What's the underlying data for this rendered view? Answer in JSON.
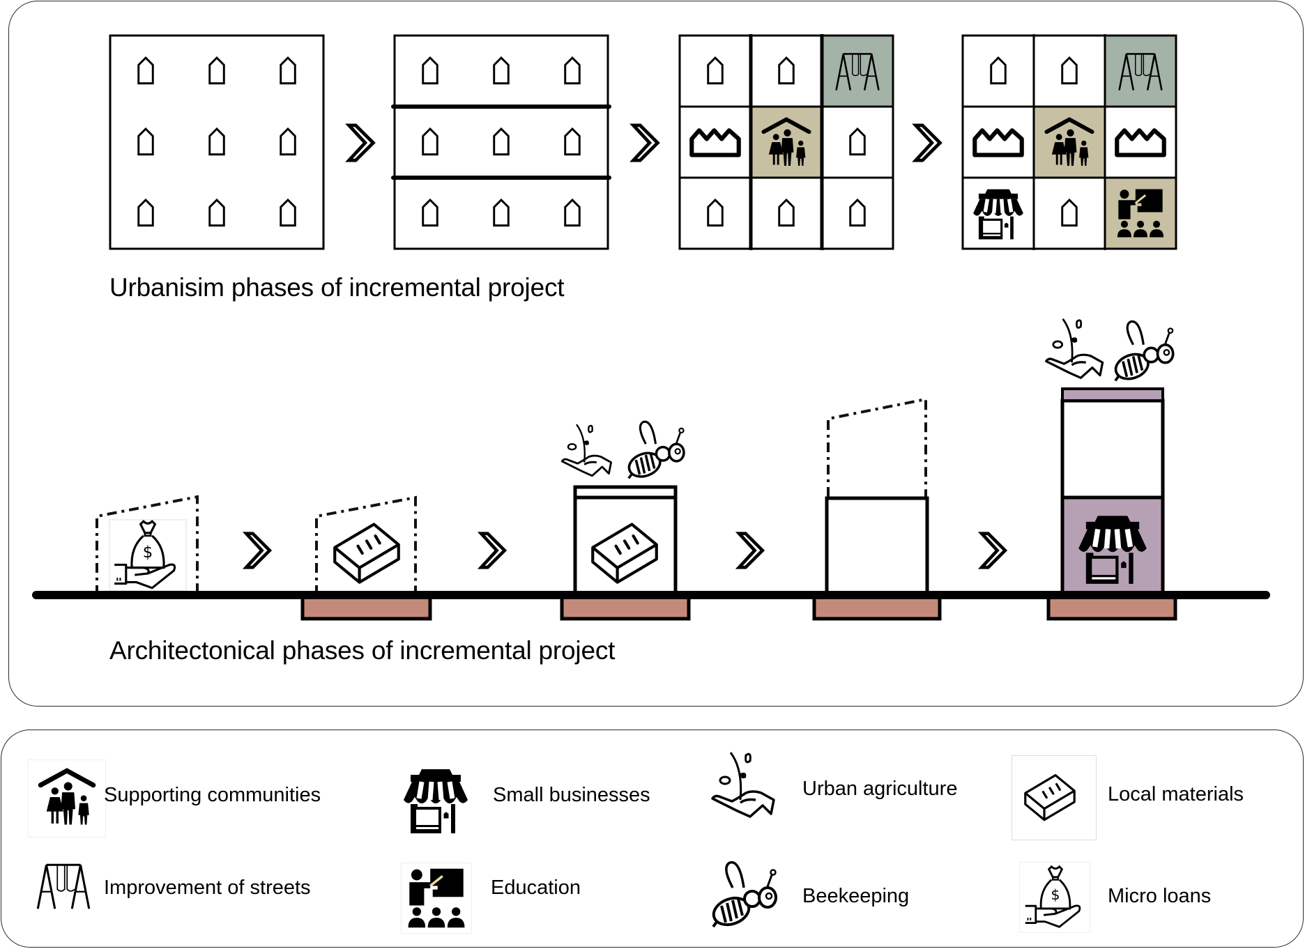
{
  "urbanism": {
    "title": "Urbanisim phases of incremental project",
    "phases": [
      {
        "layout": "open",
        "cells": [
          "house",
          "house",
          "house",
          "house",
          "house",
          "house",
          "house",
          "house",
          "house"
        ]
      },
      {
        "layout": "rows",
        "cells": [
          "house",
          "house",
          "house",
          "house",
          "house",
          "house",
          "house",
          "house",
          "house"
        ]
      },
      {
        "layout": "grid",
        "cells": [
          "house",
          "house",
          "swing",
          "factory",
          "community",
          "house",
          "house",
          "house",
          "house"
        ]
      },
      {
        "layout": "grid",
        "cells": [
          "house",
          "house",
          "swing",
          "factory",
          "community",
          "factory",
          "shop",
          "house",
          "education"
        ]
      }
    ],
    "cell_colors": {
      "swing": "#a4b3a8",
      "community": "#c8c0a2",
      "education": "#c8c0a2"
    }
  },
  "architecture": {
    "title": "Architectonical phases of incremental project",
    "phases": [
      {
        "name": "micro-loans-phase",
        "icon": "money-bag-hand",
        "state": "planned"
      },
      {
        "name": "materials-phase",
        "icon": "brick",
        "state": "planned",
        "foundation": true
      },
      {
        "name": "first-floor-phase",
        "icon": "brick",
        "state": "built",
        "foundation": true,
        "roof_icons": [
          "plant-hand",
          "bee"
        ]
      },
      {
        "name": "expansion-phase",
        "state": "built-with-planned-extension",
        "foundation": true
      },
      {
        "name": "complete-phase",
        "icon": "shop",
        "state": "complete",
        "foundation": true,
        "roof_icons": [
          "plant-hand",
          "bee"
        ]
      }
    ],
    "colors": {
      "foundation": "#c38a7c",
      "purple": "#b5a0b4"
    }
  },
  "legend": {
    "items": [
      {
        "icon": "community",
        "label": "Supporting communities"
      },
      {
        "icon": "shop",
        "label": "Small businesses"
      },
      {
        "icon": "plant-hand",
        "label": "Urban agriculture"
      },
      {
        "icon": "brick",
        "label": "Local materials"
      },
      {
        "icon": "swing",
        "label": "Improvement of streets"
      },
      {
        "icon": "education",
        "label": "Education"
      },
      {
        "icon": "bee",
        "label": "Beekeeping"
      },
      {
        "icon": "money-bag-hand",
        "label": "Micro loans"
      }
    ]
  }
}
